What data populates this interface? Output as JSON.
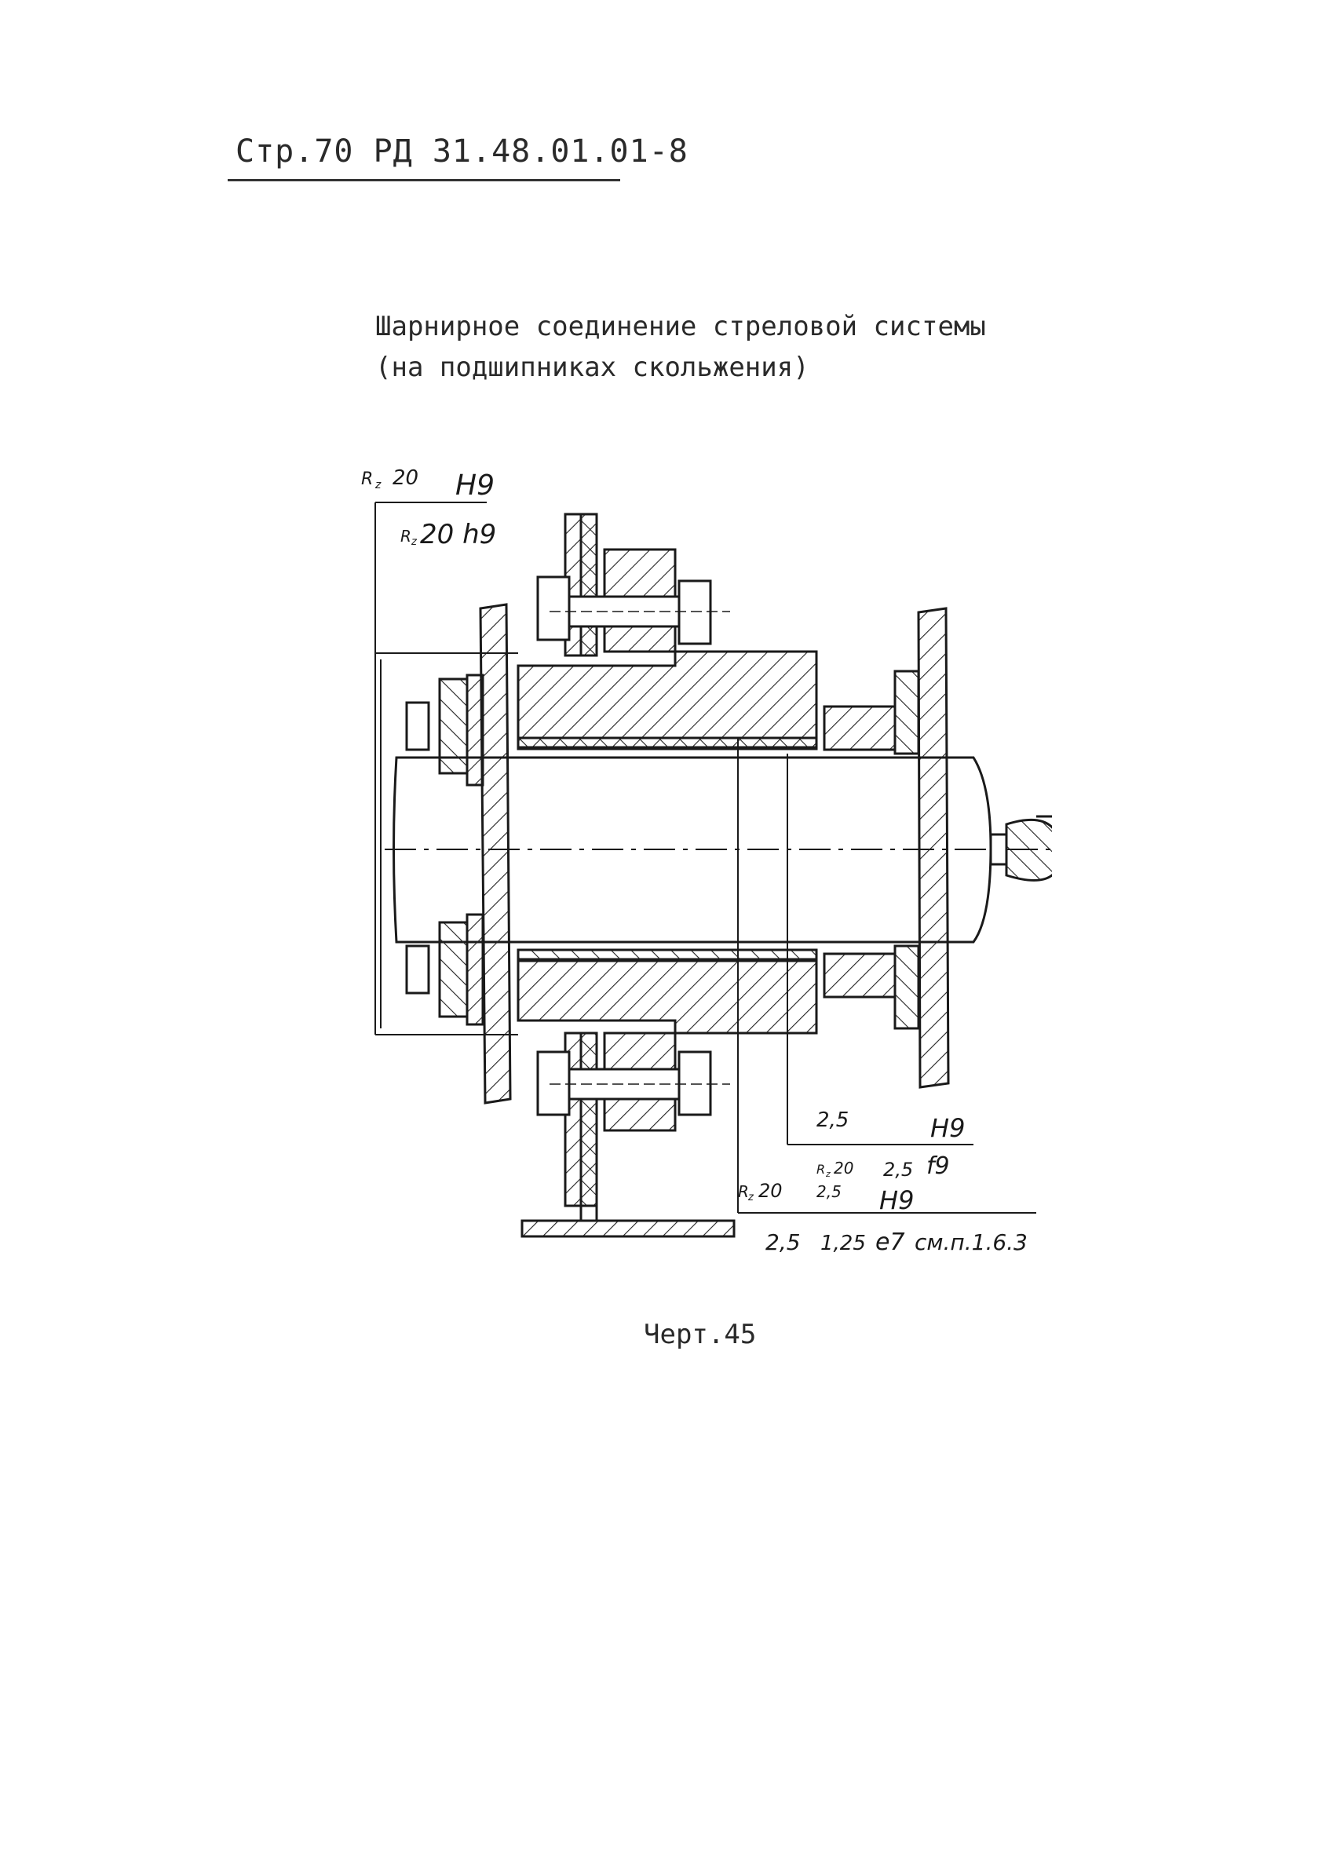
{
  "header": {
    "text": "Стр.70 РД 31.48.01.01-8"
  },
  "title": {
    "line1": "Шарнирное соединение стреловой системы",
    "line2": "(на подшипниках скольжения)"
  },
  "drawing": {
    "annotations": {
      "top_left_rz": "R",
      "top_left_rz_sub": "z",
      "top_left_rz_val": "20",
      "top_left_fit_upper": "H9",
      "top_left_fit_lower": "20 h9",
      "top_left_fit_lower_rz": "R",
      "top_left_fit_lower_rz_sub": "z",
      "mid_right_val": "2,5",
      "mid_right_fit_upper": "H9",
      "mid_right_rz": "R",
      "mid_right_rz_sub": "z",
      "mid_right_rz_val": "20",
      "mid_right_val2": "2,5",
      "mid_right_fit_lower": "f9",
      "bottom_rz": "R",
      "bottom_rz_sub": "z",
      "bottom_rz_val": "20",
      "bottom_val_small": "2,5",
      "bottom_fit_upper": "H9",
      "bottom_val1": "2,5",
      "bottom_val2": "1,25",
      "bottom_fit_lower": "e7",
      "bottom_ref": "см.п.1.6.3"
    }
  },
  "caption": {
    "text": "Черт.45"
  }
}
